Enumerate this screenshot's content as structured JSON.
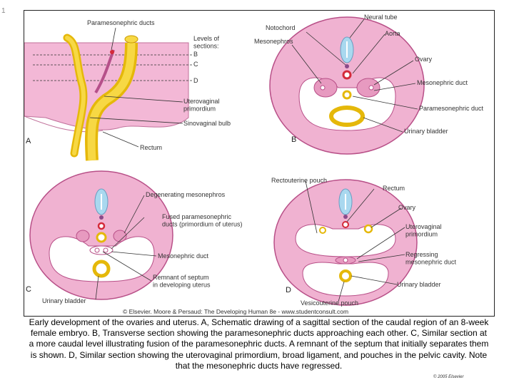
{
  "panels": {
    "A": {
      "letter": "A",
      "labels": {
        "paramesonephric": "Paramesonephric ducts",
        "levels_heading": "Levels of\nsections:",
        "level_b": "B",
        "level_c": "C",
        "level_d": "D",
        "uterovaginal": "Uterovaginal\nprimordium",
        "sinovaginal": "Sinovaginal bulb",
        "rectum": "Rectum"
      }
    },
    "B": {
      "letter": "B",
      "labels": {
        "neural_tube": "Neural tube",
        "notochord": "Notochord",
        "aorta": "Aorta",
        "mesonephros": "Mesonephros",
        "ovary": "Ovary",
        "mesonephric_duct": "Mesonephric duct",
        "paramesonephric_duct": "Paramesonephric duct",
        "urinary_bladder": "Urinary bladder"
      }
    },
    "C": {
      "letter": "C",
      "labels": {
        "degenerating": "Degenerating mesonephros",
        "fused": "Fused paramesonephric\nducts (primordium of uterus)",
        "mesonephric_duct": "Mesonephric duct",
        "remnant": "Remnant of septum\nin developing uterus",
        "urinary_bladder": "Urinary bladder"
      }
    },
    "D": {
      "letter": "D",
      "labels": {
        "rectouterine": "Rectouterine pouch",
        "rectum": "Rectum",
        "ovary": "Ovary",
        "uterovaginal": "Uterovaginal\nprimordium",
        "regressing": "Regressing\nmesonephric duct",
        "urinary_bladder": "Urinary bladder",
        "vesicouterine": "Vesicouterine pouch"
      }
    }
  },
  "figure_credit": "© Elsevier. Moore & Persaud: The Developing Human 8e - www.studentconsult.com",
  "caption": "Early development of the ovaries and uterus. A, Schematic drawing of a sagittal section of the caudal region of an 8-week female embryo. B, Transverse section showing the paramesonephric ducts approaching each other. C, Similar section at a more caudal level illustrating fusion of the paramesonephric ducts. A remnant of the septum that initially separates them is shown. D, Similar section showing the uterovaginal primordium, broad ligament, and pouches in the pelvic cavity. Note that the mesonephric ducts have regressed.",
  "copyright": "© 2005 Elsevier",
  "corner_mark": "1",
  "colors": {
    "tissue_pink": "#eeb3d2",
    "tissue_edge": "#c06090",
    "duct_yellow": "#f5cf2a",
    "duct_red": "#d42a3a",
    "neural_blue": "#a9d8ef",
    "notochord_purple": "#8a4a8a"
  }
}
